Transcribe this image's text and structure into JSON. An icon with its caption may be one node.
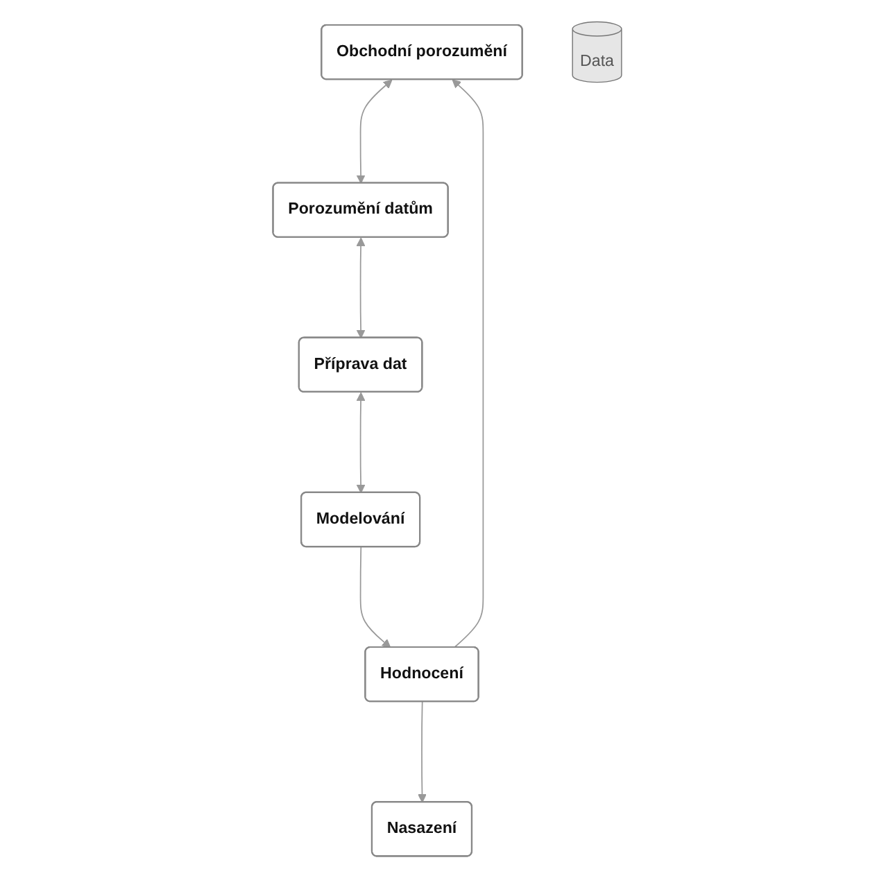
{
  "diagram": {
    "nodes": [
      {
        "text": [
          "Obchodní porozumění"
        ]
      },
      {
        "text": [
          "Porozumění datům"
        ]
      },
      {
        "text": [
          "Příprava dat"
        ]
      },
      {
        "text": [
          "Modelování"
        ]
      },
      {
        "text": [
          "Hodnocení"
        ]
      },
      {
        "text": [
          "Nasazení"
        ]
      },
      {
        "text": [
          "Data"
        ]
      }
    ],
    "edges": [
      {
        "from": 0,
        "to": 1,
        "arrow": "both"
      },
      {
        "from": 1,
        "to": 2,
        "arrow": "both"
      },
      {
        "from": 2,
        "to": 3,
        "arrow": "both"
      },
      {
        "from": 3,
        "to": 4,
        "arrow": "to"
      },
      {
        "from": 4,
        "to": 0,
        "arrow": "to"
      },
      {
        "from": 4,
        "to": 5,
        "arrow": "to"
      }
    ]
  }
}
